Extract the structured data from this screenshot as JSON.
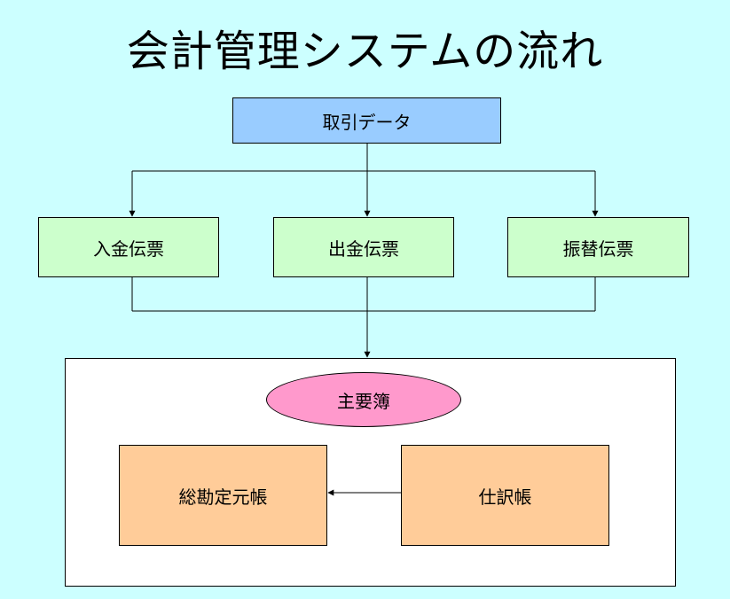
{
  "title": "会計管理システムの流れ",
  "nodes": {
    "transaction": "取引データ",
    "receipt_slip": "入金伝票",
    "payment_slip": "出金伝票",
    "transfer_slip": "振替伝票",
    "main_books": "主要簿",
    "general_ledger": "総勘定元帳",
    "journal": "仕訳帳"
  },
  "colors": {
    "background": "#ccffff",
    "transaction": "#99ccff",
    "slips": "#ccffcc",
    "main_books": "#ff99cc",
    "ledgers": "#ffcc99",
    "container": "#ffffff"
  }
}
